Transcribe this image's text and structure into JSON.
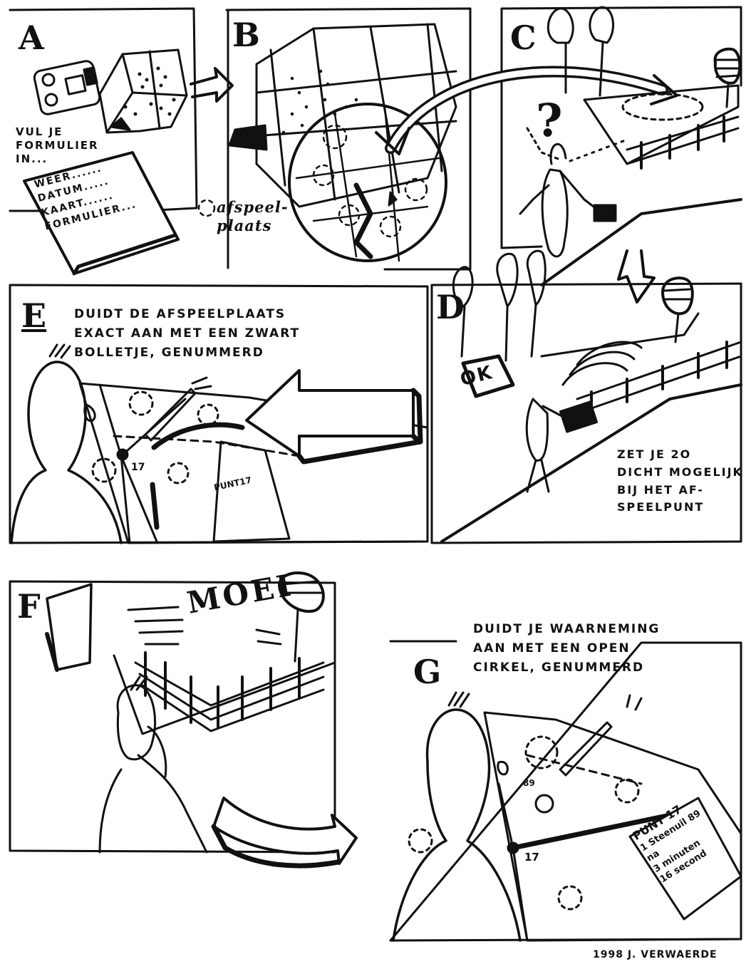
{
  "panels": {
    "A": {
      "letter": "A",
      "instruction": [
        "VUL JE",
        "FORMULIER",
        "IN..."
      ],
      "form_lines": [
        "WEER......",
        "DATUM.....",
        "KAART......",
        "FORMULIER..."
      ]
    },
    "B": {
      "letter": "B",
      "legend": [
        "afspeel-",
        "plaats"
      ]
    },
    "C": {
      "letter": "C",
      "question_mark": "?"
    },
    "D": {
      "letter": "D",
      "ok_sign": "OK",
      "instruction": [
        "ZET JE 2O",
        "DICHT MOGELIJK",
        "BIJ HET AF-",
        "SPEELPUNT"
      ]
    },
    "E": {
      "letter": "E",
      "instruction": [
        "DUIDT DE AFSPEELPLAATS",
        "EXACT AAN MET EEN ZWART",
        "BOLLETJE, GENUMMERD"
      ],
      "map_number": "17",
      "card_label": "PUNT17"
    },
    "F": {
      "letter": "F",
      "exclamation": "MOEI"
    },
    "G": {
      "letter": "G",
      "instruction": [
        "DUIDT JE WAARNEMING",
        "AAN MET EEN OPEN",
        "CIRKEL, GENUMMERD"
      ],
      "map_number": "17",
      "circle_number": "89",
      "card_lines": [
        "PUNT 17",
        "1 Steenuil 89",
        "na",
        "3 minuten",
        "16 second"
      ]
    }
  },
  "credit": "1998 J. VERWAERDE"
}
